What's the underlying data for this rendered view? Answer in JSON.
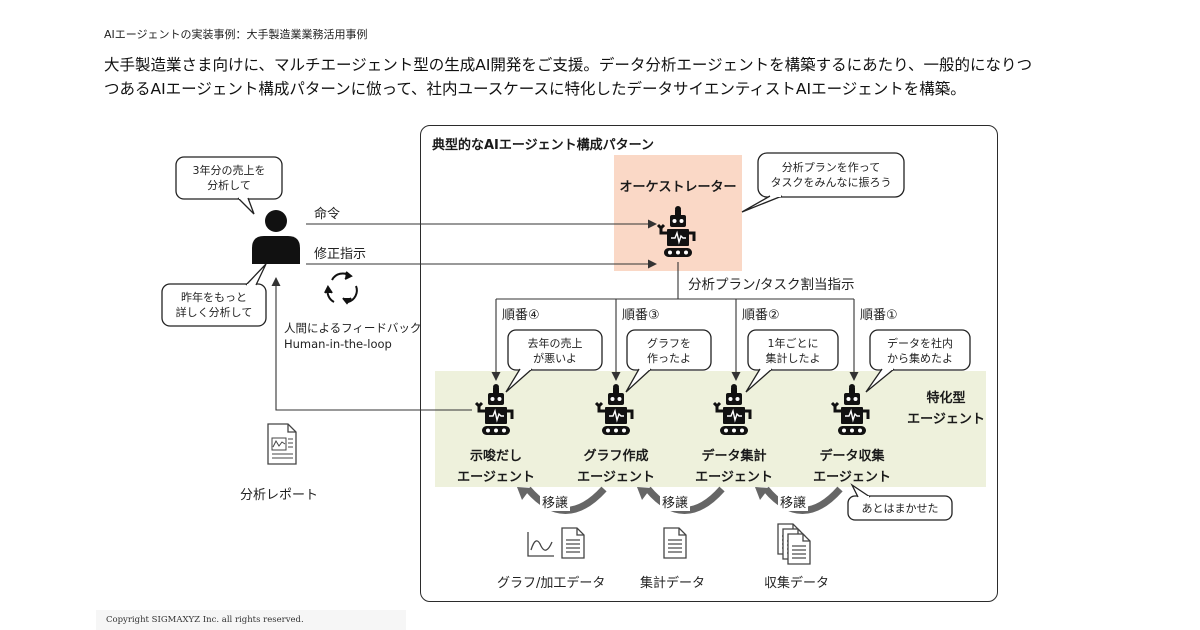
{
  "header": {
    "breadcrumb": "AIエージェントの実装事例：大手製造業業務活用事例",
    "lead_line1": "大手製造業さま向けに、マルチエージェント型の生成AI開発をご支援。データ分析エージェントを構築するにあたり、一般的になりつ",
    "lead_line2": "つあるAIエージェント構成パターンに倣って、社内ユースケースに特化したデータサイエンティストAIエージェントを構築。"
  },
  "diagram": {
    "frame_title": "典型的なAIエージェント構成パターン",
    "orchestrator": {
      "label": "オーケストレーター",
      "bubble_line1": "分析プランを作って",
      "bubble_line2": "タスクをみんなに振ろう"
    },
    "user": {
      "bubble_top_line1": "3年分の売上を",
      "bubble_top_line2": "分析して",
      "bubble_bottom_line1": "昨年をもっと",
      "bubble_bottom_line2": "詳しく分析して",
      "command_label": "命令",
      "revise_label": "修正指示",
      "feedback_line1": "人間によるフィードバック",
      "feedback_line2": "Human-in-the-loop"
    },
    "plan_label": "分析プラン/タスク割当指示",
    "specialized_label_line1": "特化型",
    "specialized_label_line2": "エージェント",
    "agents": [
      {
        "order": "順番④",
        "bubble_line1": "去年の売上",
        "bubble_line2": "が悪いよ",
        "name_line1": "示唆だし",
        "name_line2": "エージェント"
      },
      {
        "order": "順番③",
        "bubble_line1": "グラフを",
        "bubble_line2": "作ったよ",
        "name_line1": "グラフ作成",
        "name_line2": "エージェント"
      },
      {
        "order": "順番②",
        "bubble_line1": "1年ごとに",
        "bubble_line2": "集計したよ",
        "name_line1": "データ集計",
        "name_line2": "エージェント"
      },
      {
        "order": "順番①",
        "bubble_line1": "データを社内",
        "bubble_line2": "から集めたよ",
        "name_line1": "データ収集",
        "name_line2": "エージェント"
      }
    ],
    "handover_label": "移譲",
    "leave_it_label": "あとはまかせた",
    "outputs": {
      "report": "分析レポート",
      "graph_data": "グラフ/加工データ",
      "aggregated_data": "集計データ",
      "collected_data": "収集データ"
    }
  },
  "footer": {
    "copyright": "Copyright SIGMAXYZ Inc. all rights reserved."
  }
}
